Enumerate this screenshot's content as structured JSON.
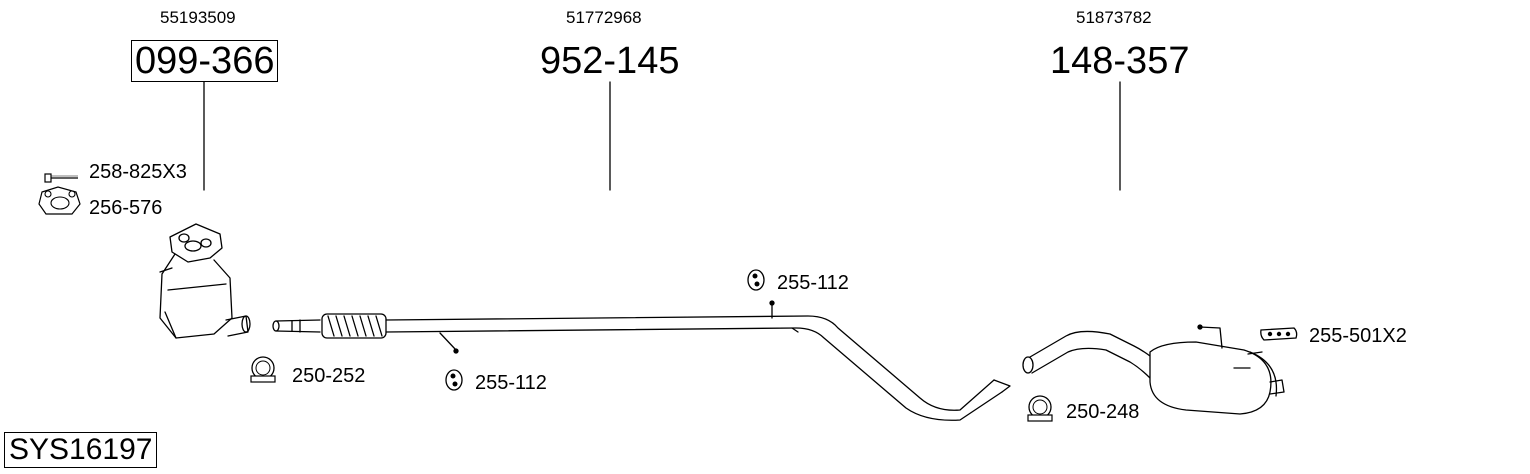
{
  "system_code": "SYS16197",
  "groups": [
    {
      "oem_number": "55193509",
      "part_number": "099-366"
    },
    {
      "oem_number": "51772968",
      "part_number": "952-145"
    },
    {
      "oem_number": "51873782",
      "part_number": "148-357"
    }
  ],
  "accessories": [
    {
      "code": "258-825X3",
      "icon": "bolt-icon"
    },
    {
      "code": "256-576",
      "icon": "gasket-icon"
    },
    {
      "code": "250-252",
      "icon": "clamp-icon"
    },
    {
      "code": "255-112",
      "icon": "rubber-mount-icon"
    },
    {
      "code": "255-112",
      "icon": "rubber-mount-icon"
    },
    {
      "code": "250-248",
      "icon": "clamp-icon"
    },
    {
      "code": "255-501X2",
      "icon": "hanger-bracket-icon"
    }
  ]
}
